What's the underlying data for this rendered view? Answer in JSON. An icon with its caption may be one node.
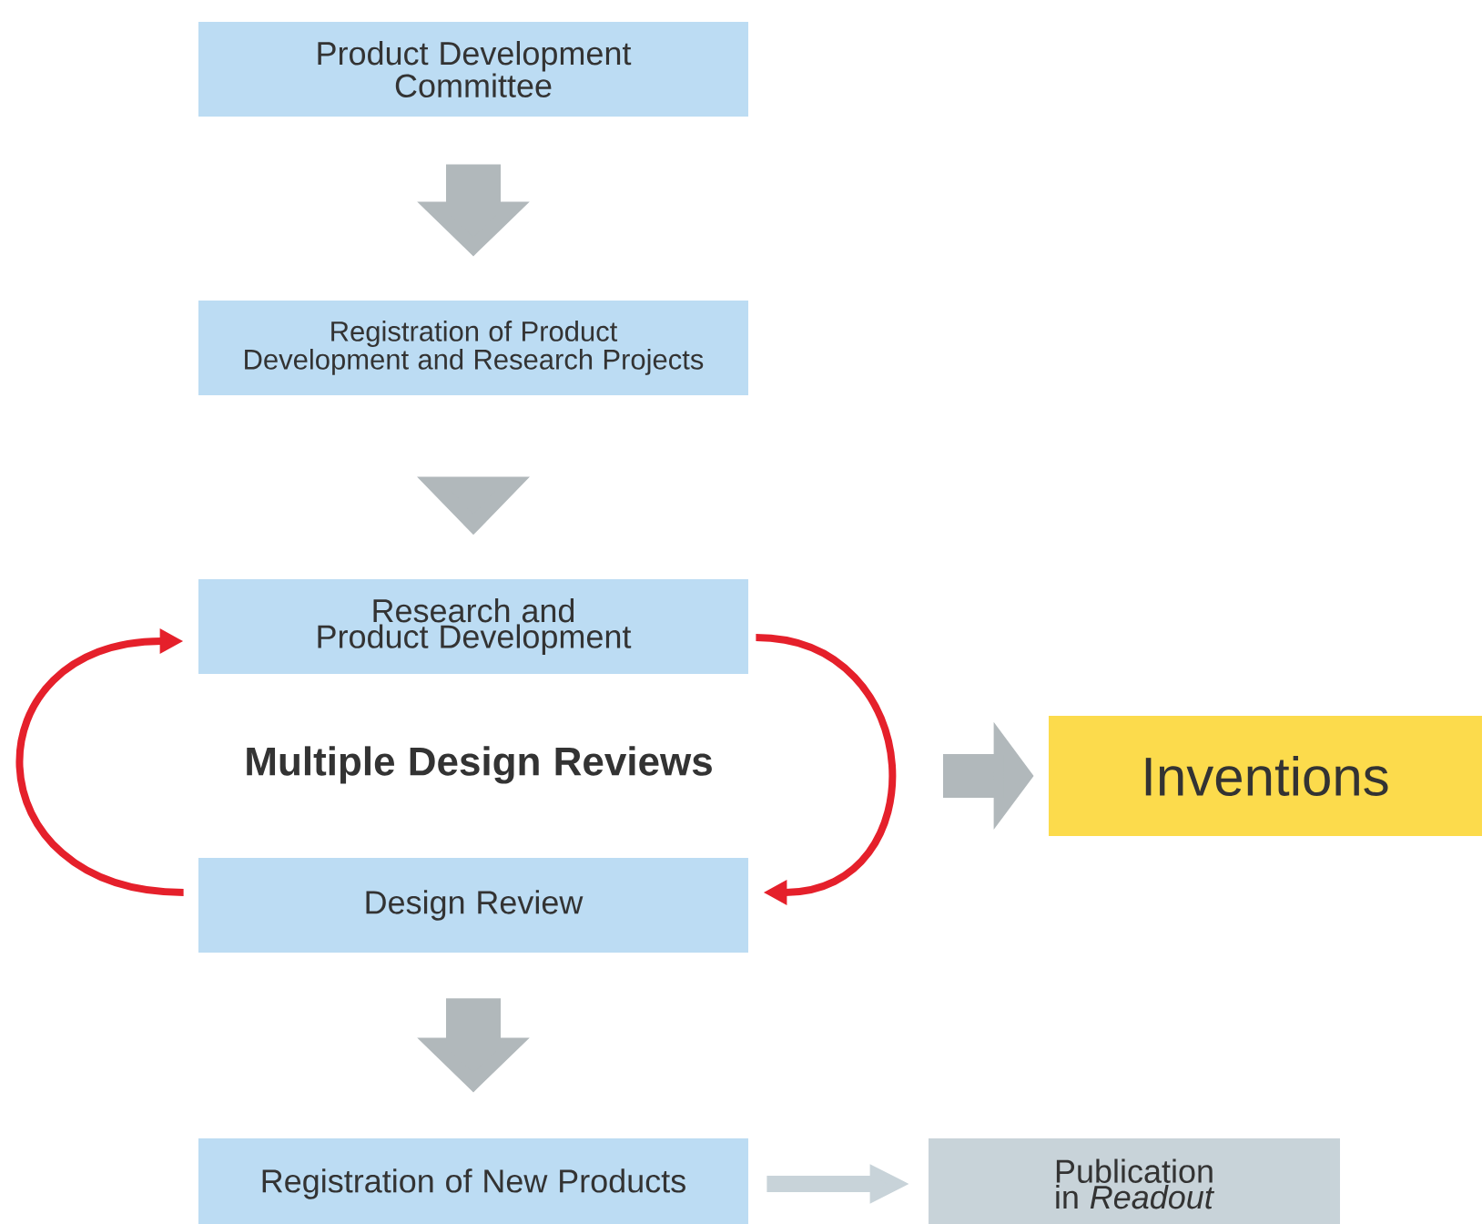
{
  "diagram": {
    "nodes": [
      {
        "text": [
          "Product Development Committee"
        ]
      },
      {
        "text": [
          "Registration of Product Development and Research Projects"
        ]
      },
      {
        "text": [
          "Research and Product Development"
        ]
      },
      {
        "text": [
          "Multiple Design Reviews"
        ]
      },
      {
        "text": [
          "Inventions"
        ]
      },
      {
        "text": [
          "Design Review"
        ]
      },
      {
        "text": [
          "Registration of New Products"
        ]
      },
      {
        "text": [
          "Publication in *Readout*"
        ]
      }
    ],
    "edges": [
      {
        "from": 0,
        "to": 1,
        "arrow": "to",
        "style": "thick"
      },
      {
        "from": 1,
        "to": 2,
        "arrow": "to",
        "style": "thick"
      },
      {
        "from": 2,
        "to": 5,
        "arrow": "to",
        "color": "#e5202b"
      },
      {
        "from": 5,
        "to": 2,
        "arrow": "to",
        "color": "#e5202b"
      },
      {
        "from": null,
        "to": 4,
        "arrow": "to",
        "style": "thick"
      },
      {
        "from": 5,
        "to": 6,
        "arrow": "to",
        "style": "thick"
      },
      {
        "from": 6,
        "to": 7,
        "arrow": "to",
        "color": "#c8d3d9"
      }
    ]
  }
}
